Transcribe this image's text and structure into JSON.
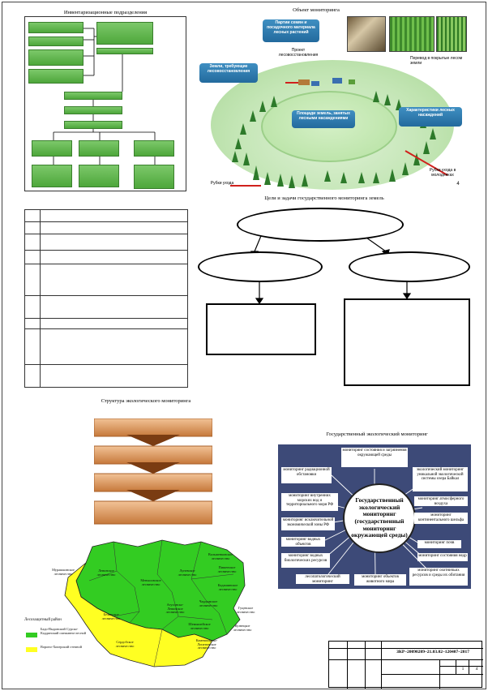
{
  "section_titles": {
    "org": "Инвентаризационные подразделения",
    "forest": "Объект мониторинга",
    "goals": "Цели и задачи государственного мониторинга земель",
    "structure": "Структура экологического мониторинга",
    "system": "Государственный экологический мониторинг"
  },
  "forest": {
    "callouts": {
      "seeds": "Партии семян и посадочного материала лесных растений",
      "lands": "Земли, требующие лесовосстановления",
      "areas": "Площади земель, занятых лесными насаждениями",
      "characteristics": "Характеристики лесных насаждений"
    },
    "labels": {
      "project": "Проект лесовосстановления",
      "transfer": "Перевод в покрытые лесом земли",
      "cuts_young": "Рубки ухода в молодняках",
      "cuts": "Рубки ухода"
    },
    "page_num": "4"
  },
  "monitoring": {
    "center": "Государственный экологический мониторинг (государственный мониторинг окружающей среды)",
    "boxes": [
      "мониторинг состояния и загрязнения окружающей среды",
      "экологический мониторинг уникальной экологической системы озера Байкал",
      "мониторинг атмосферного воздуха",
      "мониторинг континентального шельфа",
      "мониторинг почв",
      "мониторинг состояния недр",
      "мониторинг охотничьих ресурсов и среды их обитания",
      "мониторинг объектов животного мира",
      "лесопатологический мониторинг",
      "мониторинг водных биологических ресурсов",
      "мониторинг водных объектов",
      "мониторинг исключительной экономической зоны РФ",
      "мониторинг внутренних морских вод и территориального моря РФ",
      "мониторинг радиационной обстановки"
    ]
  },
  "map": {
    "legend_title": "Лесозащитный район",
    "legend": [
      {
        "label": "Бадо-Выдовский Сурско-Каддинский смешанно-лесной",
        "color": "#33cc22"
      },
      {
        "label": "Вороно-Хоперский степной",
        "color": "#ffff22"
      }
    ],
    "regions": [
      "Мурашкинское лесничество",
      "Ленинское лесничество",
      "Меньшовское лесничество",
      "Вальшенковское лесничество",
      "Пишенское лесничество",
      "Луневское лесничество",
      "Кадашинское лесничество",
      "Атусинско-Левинское лесничество",
      "Гуцевское лесничество",
      "Белинское лесничество",
      "Чардымское лесничество",
      "Шемышейское лесничество",
      "Сердобское лесничество",
      "Камешкирско-Лопатинское лесничество",
      "Кузнецкое лесничество"
    ]
  },
  "title_block": {
    "code": "ЗКР–20090209–21.03.02–120407–2017",
    "sheet": "1",
    "sheets": "4"
  },
  "colors": {
    "green_box": "#5bb548",
    "panel_blue": "#3d4a78",
    "callout_blue": "#2f7db3",
    "chevron": "#d08a4a"
  }
}
